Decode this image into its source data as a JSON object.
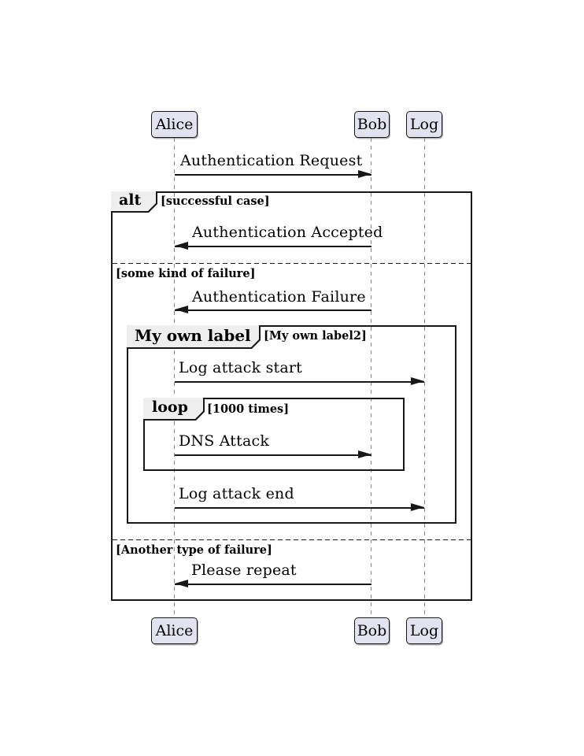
{
  "diagram_type": "uml-sequence-diagram",
  "participants": [
    {
      "name": "Alice"
    },
    {
      "name": "Bob"
    },
    {
      "name": "Log"
    }
  ],
  "messages": [
    {
      "text": "Authentication Request",
      "from": "Alice",
      "to": "Bob"
    },
    {
      "text": "Authentication Accepted",
      "from": "Bob",
      "to": "Alice"
    },
    {
      "text": "Authentication Failure",
      "from": "Bob",
      "to": "Alice"
    },
    {
      "text": "Log attack start",
      "from": "Alice",
      "to": "Log"
    },
    {
      "text": "DNS Attack",
      "from": "Alice",
      "to": "Bob"
    },
    {
      "text": "Log attack end",
      "from": "Alice",
      "to": "Log"
    },
    {
      "text": "Please repeat",
      "from": "Bob",
      "to": "Alice"
    }
  ],
  "frames": {
    "alt": {
      "keyword": "alt",
      "condition": "[successful case]"
    },
    "custom": {
      "keyword": "My own label",
      "condition": "[My own label2]"
    },
    "loop": {
      "keyword": "loop",
      "condition": "[1000 times]"
    }
  },
  "dividers": [
    {
      "label": "[some kind of failure]"
    },
    {
      "label": "[Another type of failure]"
    }
  ],
  "colors": {
    "background": "#FFFFFF",
    "participant_fill": "#E2E2F0",
    "participant_border": "#181818",
    "frame_border": "#181818",
    "tab_fill": "#EEEEEE",
    "lifeline": "#848484",
    "message_line": "#181818",
    "text": "#000000"
  }
}
